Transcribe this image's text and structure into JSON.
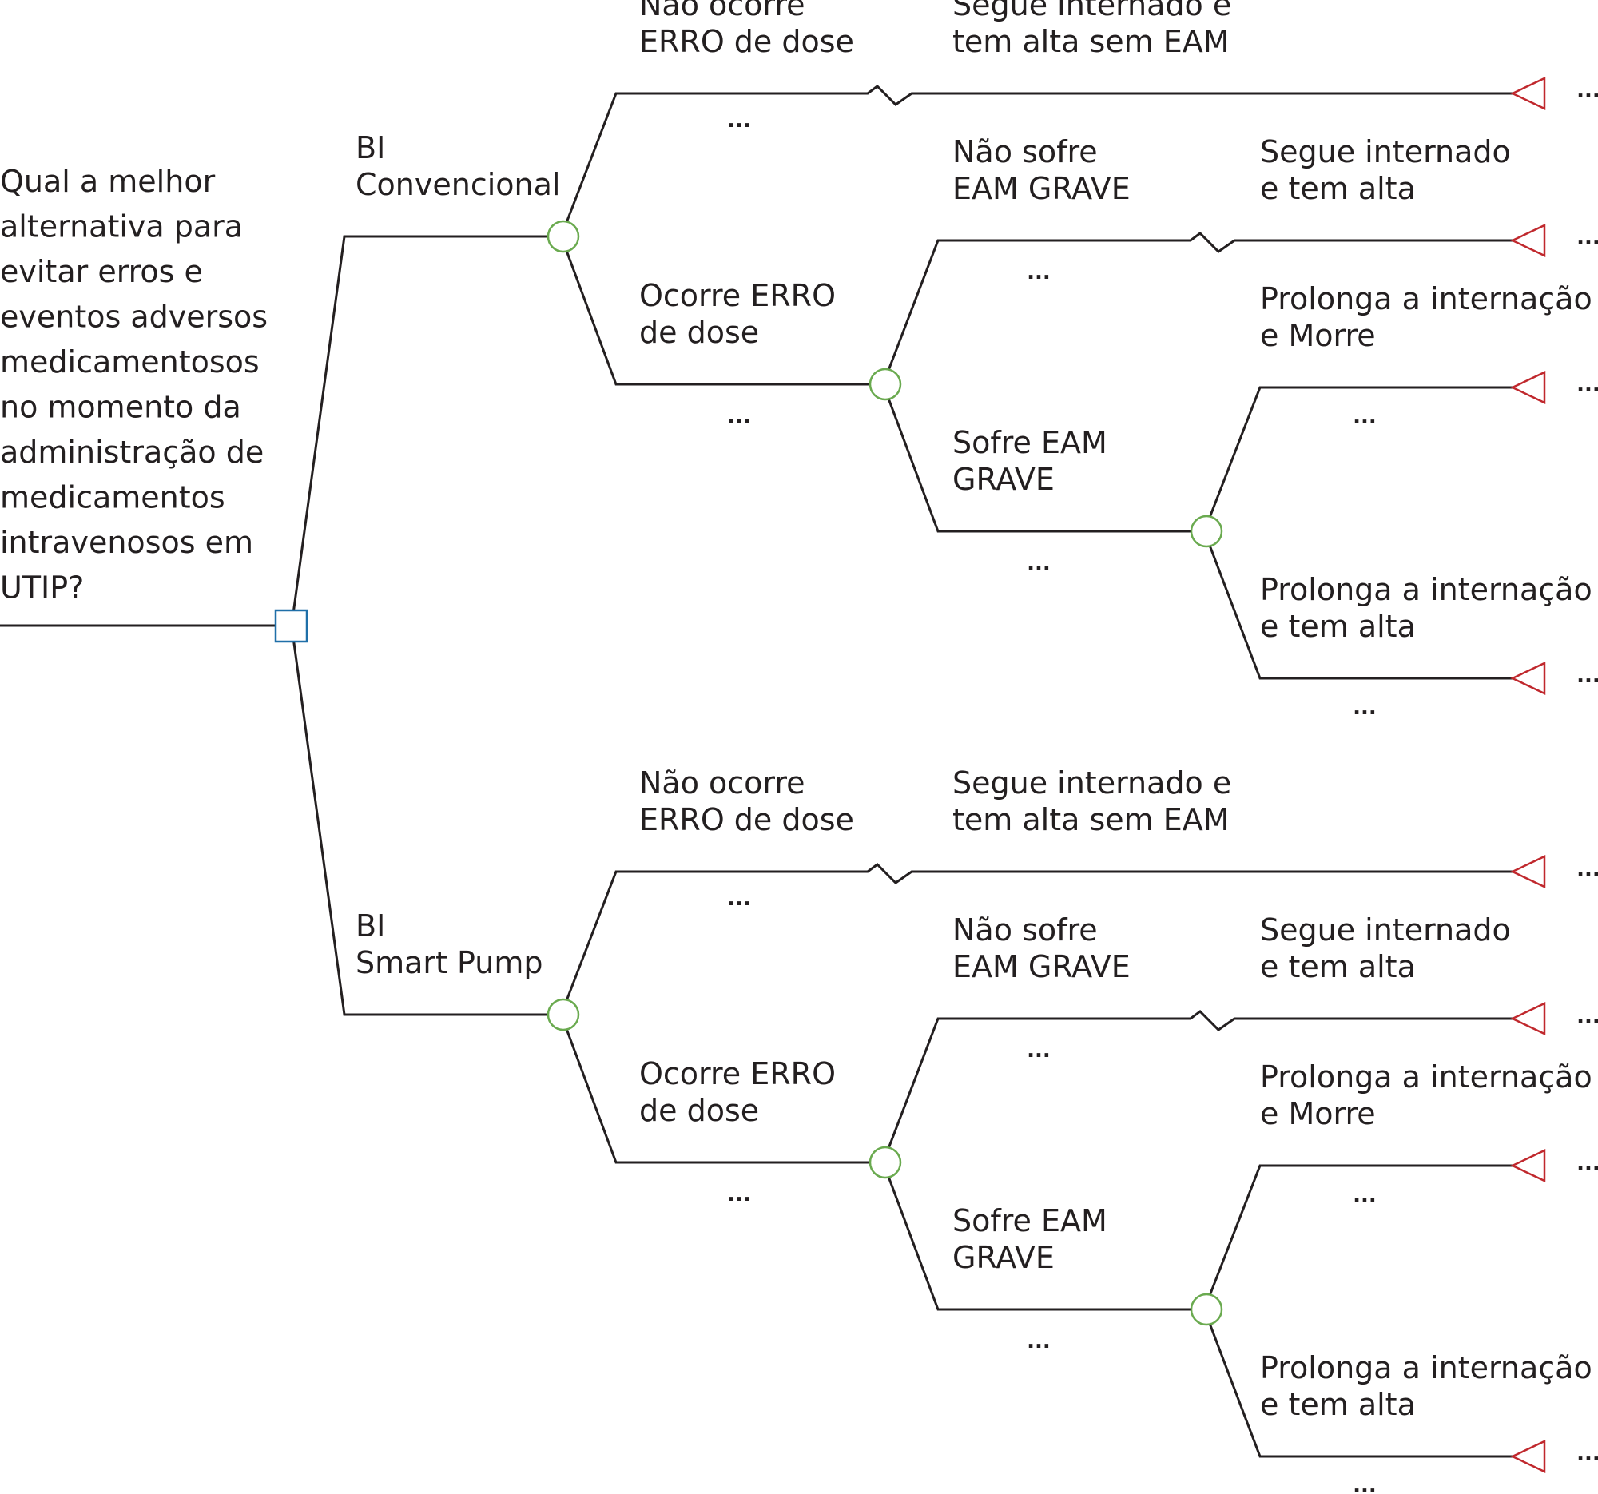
{
  "question_lines": [
    "Qual a melhor",
    "alternativa para",
    "evitar erros e",
    "eventos adversos",
    "medicamentosos",
    "no momento da",
    "administração de",
    "medicamentos",
    "intravenosos em",
    "UTIP?"
  ],
  "ellipsis": "...",
  "colors": {
    "decision": "#1f6fa8",
    "chance": "#6aaa4f",
    "terminal": "#c0282d",
    "line": "#231f20"
  },
  "strategies": [
    {
      "label_lines": [
        "BI",
        "Convencional"
      ],
      "no_error": {
        "label_lines": [
          "Não ocorre",
          "ERRO de dose"
        ],
        "outcome_lines": [
          "Segue internado e",
          "tem alta sem EAM"
        ]
      },
      "error": {
        "label_lines": [
          "Ocorre ERRO",
          "de dose"
        ],
        "no_severe": {
          "label_lines": [
            "Não sofre",
            "EAM GRAVE"
          ],
          "outcome_lines": [
            "Segue internado",
            "e tem alta"
          ]
        },
        "severe": {
          "label_lines": [
            "Sofre EAM",
            "GRAVE"
          ],
          "dies_lines": [
            "Prolonga a internação",
            "e Morre"
          ],
          "discharged_lines": [
            "Prolonga a internação",
            "e tem alta"
          ]
        }
      }
    },
    {
      "label_lines": [
        "BI",
        "Smart Pump"
      ],
      "no_error": {
        "label_lines": [
          "Não ocorre",
          "ERRO de dose"
        ],
        "outcome_lines": [
          "Segue internado e",
          "tem alta sem EAM"
        ]
      },
      "error": {
        "label_lines": [
          "Ocorre ERRO",
          "de dose"
        ],
        "no_severe": {
          "label_lines": [
            "Não sofre",
            "EAM GRAVE"
          ],
          "outcome_lines": [
            "Segue internado",
            "e tem alta"
          ]
        },
        "severe": {
          "label_lines": [
            "Sofre EAM",
            "GRAVE"
          ],
          "dies_lines": [
            "Prolonga a internação",
            "e Morre"
          ],
          "discharged_lines": [
            "Prolonga a internação",
            "e tem alta"
          ]
        }
      }
    }
  ]
}
